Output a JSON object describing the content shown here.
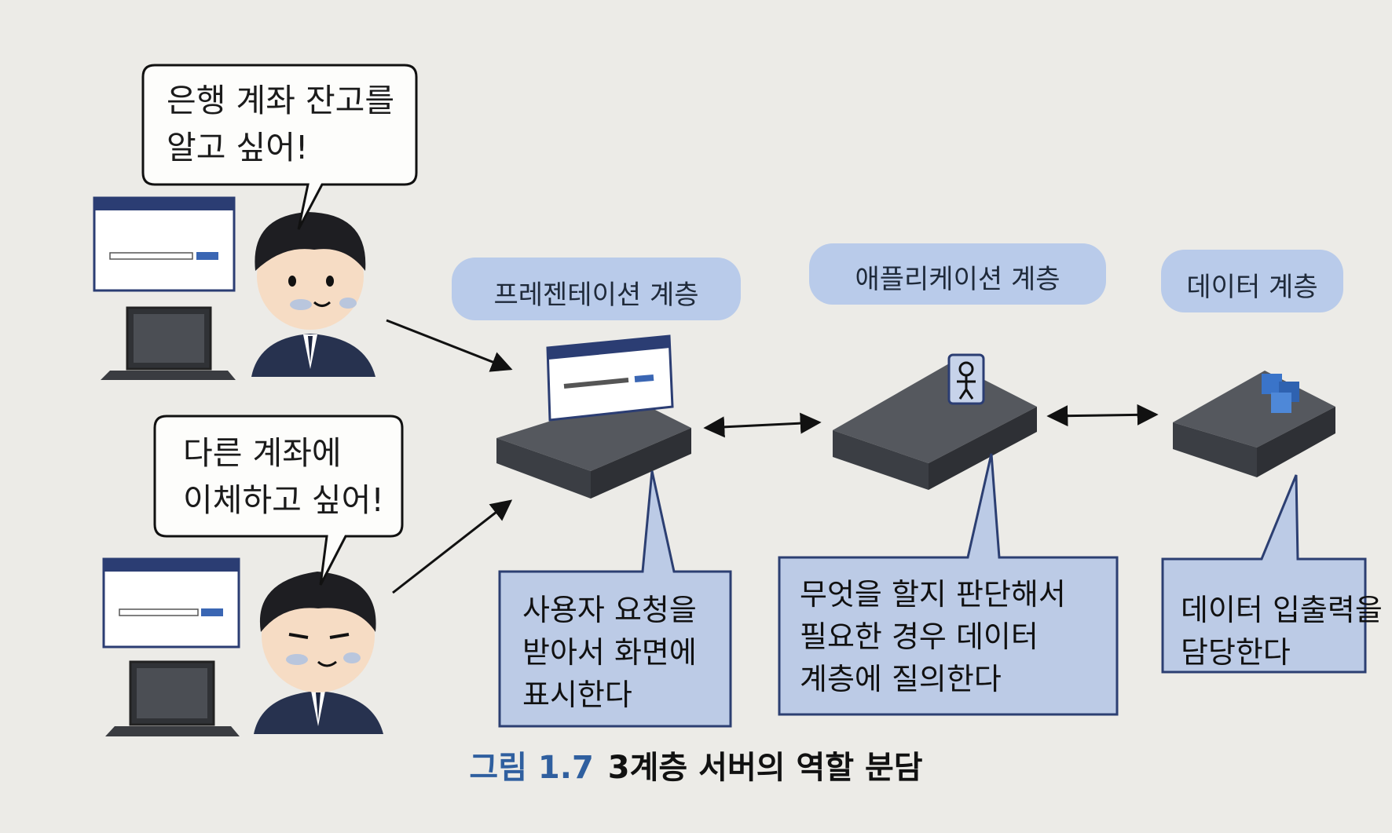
{
  "users": [
    {
      "speech": "은행 계좌 잔고를\n알고 싶어!"
    },
    {
      "speech": "다른 계좌에\n이체하고 싶어!"
    }
  ],
  "tiers": [
    {
      "label": "프레젠테이션 계층",
      "description": "사용자 요청을\n받아서 화면에\n표시한다",
      "icon": "browser-window-icon"
    },
    {
      "label": "애플리케이션 계층",
      "description": "무엇을 할지 판단해서\n필요한 경우 데이터\n계층에 질의한다",
      "icon": "person-icon"
    },
    {
      "label": "데이터 계층",
      "description": "데이터 입출력을\n담당한다",
      "icon": "data-cubes-icon"
    }
  ],
  "caption": {
    "number": "그림 1.7",
    "title": "3계층 서버의 역할 분담"
  },
  "colors": {
    "label_fill": "#b9cbea",
    "note_fill": "#bccbe6",
    "note_stroke": "#2c3f72",
    "server_dark": "#3b3e44",
    "server_top": "#55585e",
    "accent_blue": "#3a66b3"
  }
}
